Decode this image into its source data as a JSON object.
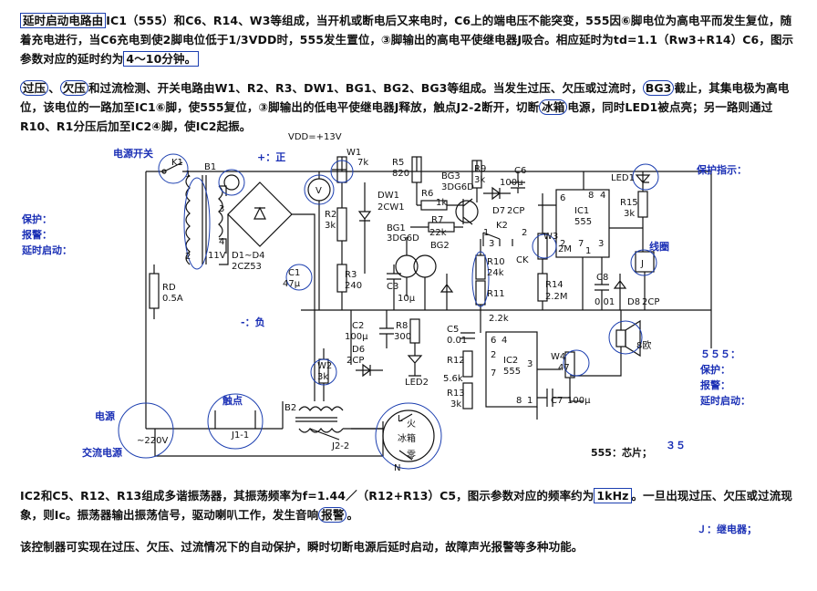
{
  "para1": {
    "boxed": "延时启动电路由",
    "text": "IC1（555）和C6、R14、W3等组成，当开机或断电后又来电时，C6上的端电压不能突变，555因⑥脚电位为高电平而发生复位，随着充电进行，当C6充电到使2脚电位低于1/3VDD时，555发生置位，③脚输出的高电平使继电器J吸合。相应延时为td=1.1（Rw3+R14）C6，图示参数对应的延时约为",
    "boxed2": "4～10分钟。"
  },
  "para2": {
    "w1": "过压",
    "w2": "欠压",
    "w3": "和过流",
    "text_a": "检测、开关电路由W1、R2、R3、DW1、BG1、BG2、BG3等组成。当发生过压、欠压或过流时，",
    "w4": "BG3",
    "text_b": "截止，其集电极为高电位，该电位的一路加至IC1⑥脚，使555复位，③脚输出的低电平使继电器J释放，触点J2-2断开，切断",
    "w5": "冰箱",
    "text_c": "电源，同时LED1被点亮；另一路则通过R10、R1分压后加至IC2④脚，使IC2起振。"
  },
  "para3": {
    "text_a": "IC2和C5、R12、R13组成多谐振荡器，其振荡频率为f=1.44／（R12+R13）C5，图示参数对应的频率约为",
    "w1": "1kHz",
    "text_b": "。一旦出现过压、欠压或过流现象，则Ic。振荡器输出振荡信号，驱动喇叭工作，发生音响",
    "w2": "报警",
    "text_c": "。"
  },
  "para4": "该控制器可实现在过压、欠压、过流情况下的自动保护，瞬时切断电源后延时启动，故障声光报警等多种功能。",
  "annotations": {
    "power_switch": "电源开关",
    "plus": "+：正",
    "minus": "-：负",
    "prot_left": [
      "保护：",
      "报警：",
      "延时启动："
    ],
    "prot_indicator": "保护指示：",
    "coil": "线圈",
    "contact": "触点",
    "power": "电源",
    "ac_power": "交流电源",
    "chip555_head": "５５５：",
    "prot_right": [
      "保护：",
      "报警：",
      "延时启动："
    ],
    "chip_label": "555：芯片；",
    "chip_num": "３５",
    "relay": "Ｊ：继电器；"
  },
  "components": {
    "vdd": "VDD=+13V",
    "k1": "K1",
    "b1": "B1",
    "b1_pins": [
      "1",
      "2",
      "3",
      "4"
    ],
    "b1_v": "11V",
    "rd": "RD",
    "rd_v": "0.5A",
    "bridge": "D1~D4",
    "bridge_v": "2CZ53",
    "v": "V",
    "w1": "W1",
    "w1_v": "7k",
    "r2": "R2",
    "r2_v": "3k",
    "r5": "R5",
    "r5_v": "820",
    "dw1": "DW1",
    "dw1_v": "2CW1",
    "r6": "R6",
    "r6_v": "1k",
    "bg3": "BG3",
    "bg3_v": "3DG6D",
    "r9": "R9",
    "r9_v": "3k",
    "c6": "C6",
    "c6_v": "100μ",
    "r7": "R7",
    "r7_v": "22k",
    "bg1": "BG1",
    "bg1_v": "3DG6D",
    "bg2": "BG2",
    "d7": "D7",
    "d7_v": "2CP",
    "k2": "K2",
    "k2_pins": [
      "1",
      "2",
      "3"
    ],
    "ck": "CK",
    "w3": "W3",
    "w3_v": "2M",
    "ic1": "IC1",
    "ic1_v": "555",
    "ic1_pins": [
      "6",
      "8",
      "4",
      "2",
      "7",
      "3",
      "1"
    ],
    "led1": "LED1",
    "r15": "R15",
    "r15_v": "3k",
    "j": "J",
    "c1": "C1",
    "c1_v": "47μ",
    "r3": "R3",
    "r3_v": "240",
    "c3": "C3",
    "c3_v": "10μ",
    "r10": "R10",
    "r10_v": "24k",
    "r11": "R11",
    "r11_v": "2.2k",
    "r14": "R14",
    "r14_v": "2.2M",
    "c8": "C8",
    "c8_v": "0.01",
    "d8": "D8",
    "d8_v": "2CP",
    "c2": "C2",
    "c2_v": "100μ",
    "r8": "R8",
    "r8_v": "300",
    "c5": "C5",
    "c5_v": "0.01",
    "d6": "D6",
    "d6_v": "2CP",
    "w2": "W2",
    "w2_v": "3k",
    "led2": "LED2",
    "r12": "R12",
    "r12_v": "5.6k",
    "r13": "R13",
    "r13_v": "3k",
    "ic2": "IC2",
    "ic2_v": "555",
    "ic2_pins": [
      "6",
      "4",
      "2",
      "7",
      "3",
      "8",
      "1"
    ],
    "w4": "W4",
    "w4_v": "47",
    "c7": "C7",
    "c7_v": "100μ",
    "speaker": "8欧",
    "b2": "B2",
    "j1": "J1-1",
    "j2": "J2-2",
    "v220": "~220V",
    "load_l": "L",
    "load_fire": "火",
    "load_fridge": "冰箱",
    "load_zero": "零",
    "load_n": "N"
  }
}
